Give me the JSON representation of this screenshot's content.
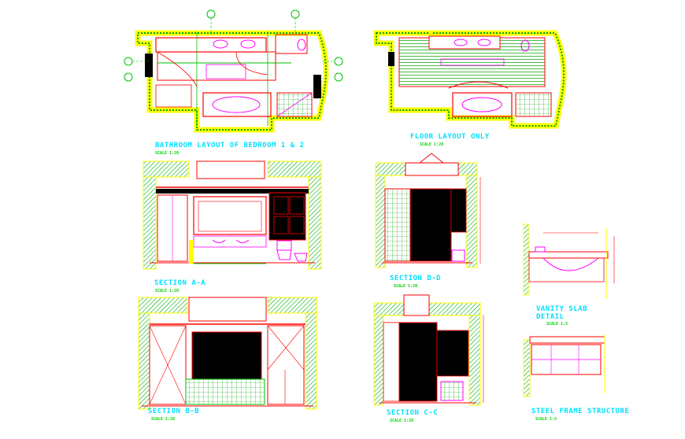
{
  "drawing": {
    "titles": {
      "bathroom_layout": "BATHROOM LAYOUT OF BEDROOM 1 & 2",
      "floor_layout": "FLOOR LAYOUT ONLY",
      "section_aa": "SECTION A-A",
      "section_dd": "SECTION D-D",
      "section_bb": "SECTION B-B",
      "section_cc": "SECTION C-C",
      "vanity_slab": "VANITY SLAB DETAIL",
      "steel_frame": "STEEL FRAME STRUCTURE"
    },
    "scales": {
      "bathroom_layout": "SCALE 1:20",
      "floor_layout": "SCALE 1:20",
      "section_aa": "SCALE 1:20",
      "section_dd": "SCALE 1:20",
      "section_bb": "SCALE 1:20",
      "section_cc": "SCALE 1:20",
      "vanity_slab": "SCALE 1:5",
      "steel_frame": "SCALE 1:5"
    },
    "colors": {
      "wall": "#ffff00",
      "hatch": "#00c000",
      "outline": "#ff0000",
      "fixture": "#ff00ff",
      "annotation": "#00e0ff",
      "fill": "#000000"
    }
  }
}
